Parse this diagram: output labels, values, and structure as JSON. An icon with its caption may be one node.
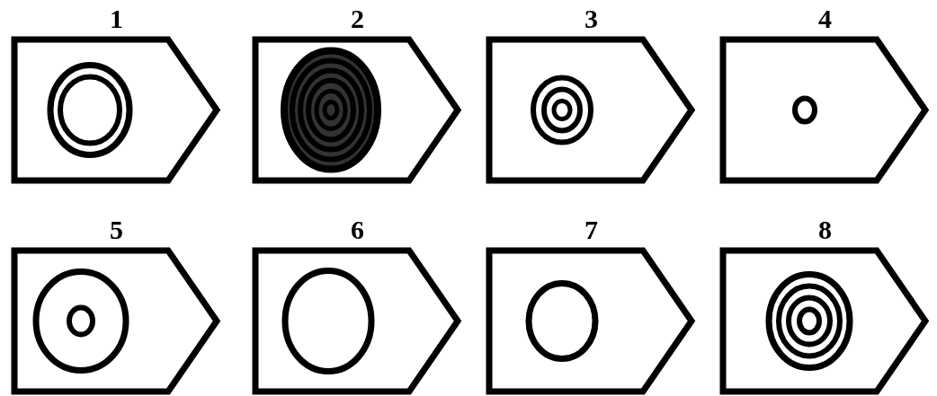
{
  "diagram": {
    "nodes": [
      {
        "text": [
          "1"
        ]
      },
      {
        "text": [
          "2"
        ]
      },
      {
        "text": [
          "3"
        ]
      },
      {
        "text": [
          "4"
        ]
      },
      {
        "text": [
          "5"
        ]
      },
      {
        "text": [
          "6"
        ]
      },
      {
        "text": [
          "7"
        ]
      },
      {
        "text": [
          "8"
        ]
      }
    ],
    "edges": []
  }
}
